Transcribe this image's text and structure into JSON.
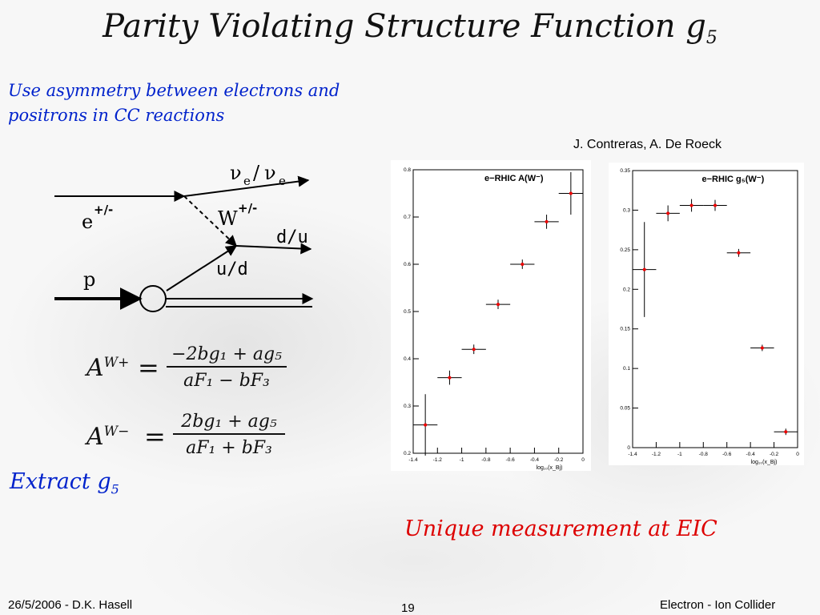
{
  "slide": {
    "title_main": "Parity Violating Structure Function g",
    "title_sub": "5",
    "intro": "Use asymmetry between electrons and positrons in CC reactions",
    "authors": "J. Contreras, A. De Roeck",
    "extract_main": "Extract g",
    "extract_sub": "5",
    "conclusion": "Unique measurement at EIC",
    "footer_left": "26/5/2006 - D.K. Hasell",
    "page_number": "19",
    "footer_right": "Electron - Ion Collider"
  },
  "diagram": {
    "label_nu": "ν",
    "label_e_sub": "e",
    "label_slash": "/",
    "label_nu2": "ν",
    "label_e_sub2": "e",
    "label_e": "e",
    "label_e_charge": "+/-",
    "label_W": "W",
    "label_W_charge": "+/-",
    "label_du": "d/u",
    "label_ud": "u/d",
    "label_p": "p"
  },
  "equations": {
    "eq1_lhs": "A",
    "eq1_sup": "W+",
    "eq1_num": "−2bg₁ + ag₅",
    "eq1_den": "aF₁ − bF₃",
    "eq2_lhs": "A",
    "eq2_sup": "W−",
    "eq2_num": "2bg₁ + ag₅",
    "eq2_den": "aF₁ + bF₃",
    "equals": "="
  },
  "colors": {
    "title": "#111111",
    "blue_text": "#0022cc",
    "red_text": "#dd0000",
    "marker": "#ee0000"
  },
  "chart_data": [
    {
      "type": "scatter",
      "title": "e−RHIC A(W⁻)",
      "xlabel": "log₁₀(x_Bj)",
      "ylabel": "",
      "xlim": [
        -1.4,
        0
      ],
      "ylim": [
        0.2,
        0.8
      ],
      "x_ticks": [
        -1.4,
        -1.2,
        -1,
        -0.8,
        -0.6,
        -0.4,
        -0.2,
        0
      ],
      "x_tick_labels": [
        "-1.4",
        "-1.2",
        "-1",
        "-0.8",
        "-0.6",
        "-0.4",
        "-0.2",
        "0"
      ],
      "y_ticks": [
        0.2,
        0.3,
        0.4,
        0.5,
        0.6,
        0.7,
        0.8
      ],
      "y_tick_labels": [
        "0.2",
        "0.3",
        "0.4",
        "0.5",
        "0.6",
        "0.7",
        "0.8"
      ],
      "series": [
        {
          "x": [
            -1.3,
            -1.1,
            -0.9,
            -0.7,
            -0.5,
            -0.3,
            -0.1
          ],
          "y": [
            0.26,
            0.36,
            0.42,
            0.515,
            0.6,
            0.69,
            0.75
          ],
          "xerr": [
            0.1,
            0.1,
            0.1,
            0.1,
            0.1,
            0.1,
            0.1
          ],
          "yerr": [
            0.065,
            0.015,
            0.01,
            0.01,
            0.01,
            0.015,
            0.045
          ]
        }
      ]
    },
    {
      "type": "scatter",
      "title": "e−RHIC g₅(W⁻)",
      "xlabel": "log₁₀(x_Bj)",
      "ylabel": "",
      "xlim": [
        -1.4,
        0
      ],
      "ylim": [
        0,
        0.35
      ],
      "x_ticks": [
        -1.4,
        -1.2,
        -1,
        -0.8,
        -0.6,
        -0.4,
        -0.2,
        0
      ],
      "x_tick_labels": [
        "-1.4",
        "-1.2",
        "-1",
        "-0.8",
        "-0.6",
        "-0.4",
        "-0.2",
        "0"
      ],
      "y_ticks": [
        0,
        0.05,
        0.1,
        0.15,
        0.2,
        0.25,
        0.3,
        0.35
      ],
      "y_tick_labels": [
        "0",
        "0.05",
        "0.1",
        "0.15",
        "0.2",
        "0.25",
        "0.3",
        "0.35"
      ],
      "series": [
        {
          "x": [
            -1.3,
            -1.1,
            -0.9,
            -0.7,
            -0.5,
            -0.3,
            -0.1
          ],
          "y": [
            0.225,
            0.296,
            0.306,
            0.306,
            0.246,
            0.126,
            0.02
          ],
          "xerr": [
            0.1,
            0.1,
            0.1,
            0.1,
            0.1,
            0.1,
            0.1
          ],
          "yerr": [
            0.06,
            0.01,
            0.008,
            0.007,
            0.005,
            0.004,
            0.004
          ]
        }
      ]
    }
  ]
}
